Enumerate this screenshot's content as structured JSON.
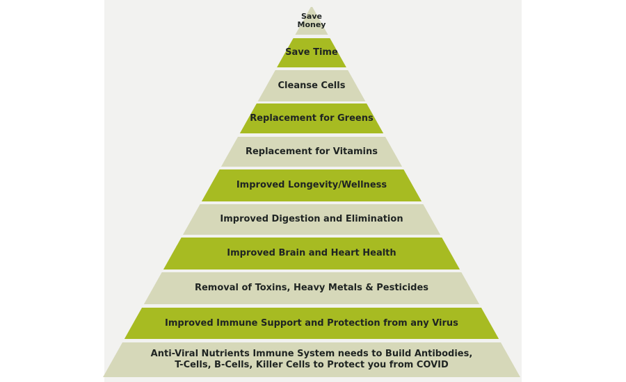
{
  "colors": {
    "green": "#a7bb22",
    "beige": "#d6d8b9",
    "panel": "#f2f2f0",
    "text": "#1f2422"
  },
  "pyramid": {
    "tiers": [
      {
        "label": "Save\nMoney",
        "color": "beige"
      },
      {
        "label": "Save Time",
        "color": "green"
      },
      {
        "label": "Cleanse Cells",
        "color": "beige"
      },
      {
        "label": "Replacement for Greens",
        "color": "green"
      },
      {
        "label": "Replacement for Vitamins",
        "color": "beige"
      },
      {
        "label": "Improved Longevity/Wellness",
        "color": "green"
      },
      {
        "label": "Improved Digestion and Elimination",
        "color": "beige"
      },
      {
        "label": "Improved Brain and Heart Health",
        "color": "green"
      },
      {
        "label": "Removal of Toxins, Heavy Metals & Pesticides",
        "color": "beige"
      },
      {
        "label": "Improved Immune Support and Protection from any Virus",
        "color": "green"
      },
      {
        "label": "Anti-Viral Nutrients Immune System needs to Build Antibodies,\nT-Cells, B-Cells, Killer Cells to Protect you from COVID",
        "color": "beige"
      }
    ]
  }
}
